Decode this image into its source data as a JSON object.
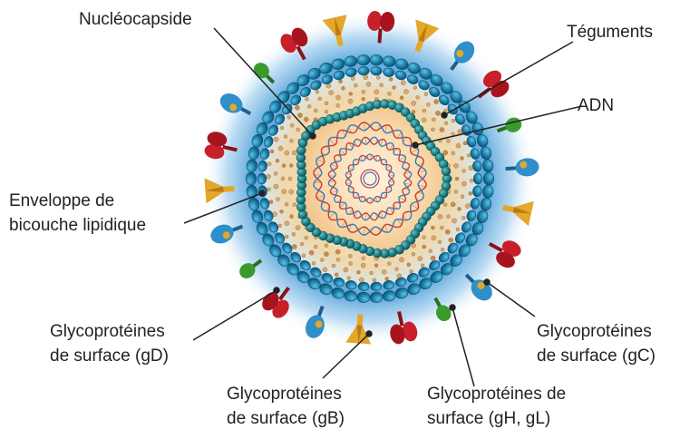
{
  "labels": {
    "nucleocapsid": "Nucléocapside",
    "tegument": "Téguments",
    "dna": "ADN",
    "envelope_line1": "Enveloppe de",
    "envelope_line2": "bicouche lipidique",
    "gd_line1": "Glycoprotéines",
    "gd_line2": "de surface (gD)",
    "gb_line1": "Glycoprotéines",
    "gb_line2": "de surface (gB)",
    "gh_line1": "Glycoprotéines de",
    "gh_line2": "surface (gH, gL)",
    "gc_line1": "Glycoprotéines",
    "gc_line2": "de surface (gC)"
  },
  "colors": {
    "halo": "#8fc6ec",
    "envelope_bead": "#1c7fa8",
    "envelope_bead_dark": "#0b4f6e",
    "capsid_bead": "#1d7f86",
    "tegument": "#f2dfb8",
    "core": "#f8d6a6",
    "glyco_red": "#c8202a",
    "glyco_gold": "#e3a72a",
    "glyco_blue": "#2f8fca",
    "glyco_green": "#3b9a2c",
    "dna_red": "#c63b3b",
    "dna_blue": "#3c78b8",
    "leader_line": "#222222"
  }
}
